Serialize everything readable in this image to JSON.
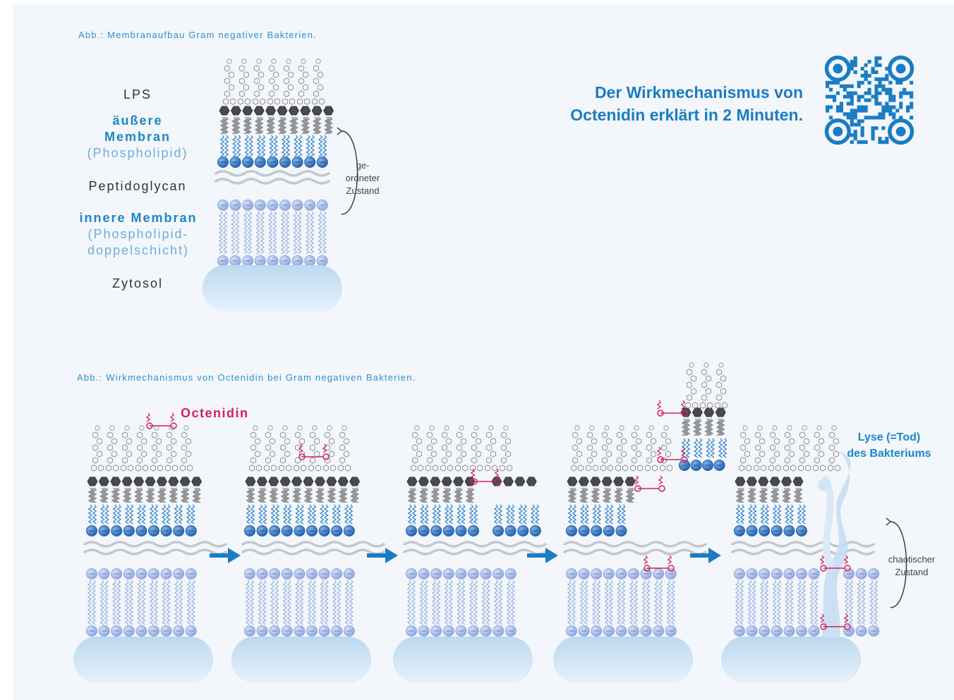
{
  "top_caption": "Abb.: Membranaufbau Gram negativer Bakterien.",
  "bottom_caption": "Abb.: Wirkmechanismus von Octenidin bei Gram negativen Bakterien.",
  "labels": {
    "lps": "LPS",
    "outer_membrane_line1": "äußere",
    "outer_membrane_line2": "Membran",
    "outer_membrane_line3": "(Phospholipid)",
    "peptidoglycan": "Peptidoglycan",
    "inner_membrane_line1": "innere Membran",
    "inner_membrane_line2": "(Phospholipid-",
    "inner_membrane_line3": "doppelschicht)",
    "zytosol": "Zytosol"
  },
  "ordered_note": [
    "ge-",
    "ordneter",
    "Zustand"
  ],
  "chaotic_note": [
    "chaotischer",
    "Zustand"
  ],
  "headline": [
    "Der Wirkmechanismus von",
    "Octenidin erklärt in 2 Minuten."
  ],
  "octenidin_label": "Octenidin",
  "lysis_label": [
    "Lyse (=Tod)",
    "des Bakteriums"
  ],
  "colors": {
    "panel_bg": "#f3f7fb",
    "brand_blue": "#1c86c8",
    "octenidin_red": "#d4215a",
    "membrane_light": "#a9bdea",
    "membrane_dark": "#3a7bc8",
    "cytosol": "#cfe3f5"
  }
}
